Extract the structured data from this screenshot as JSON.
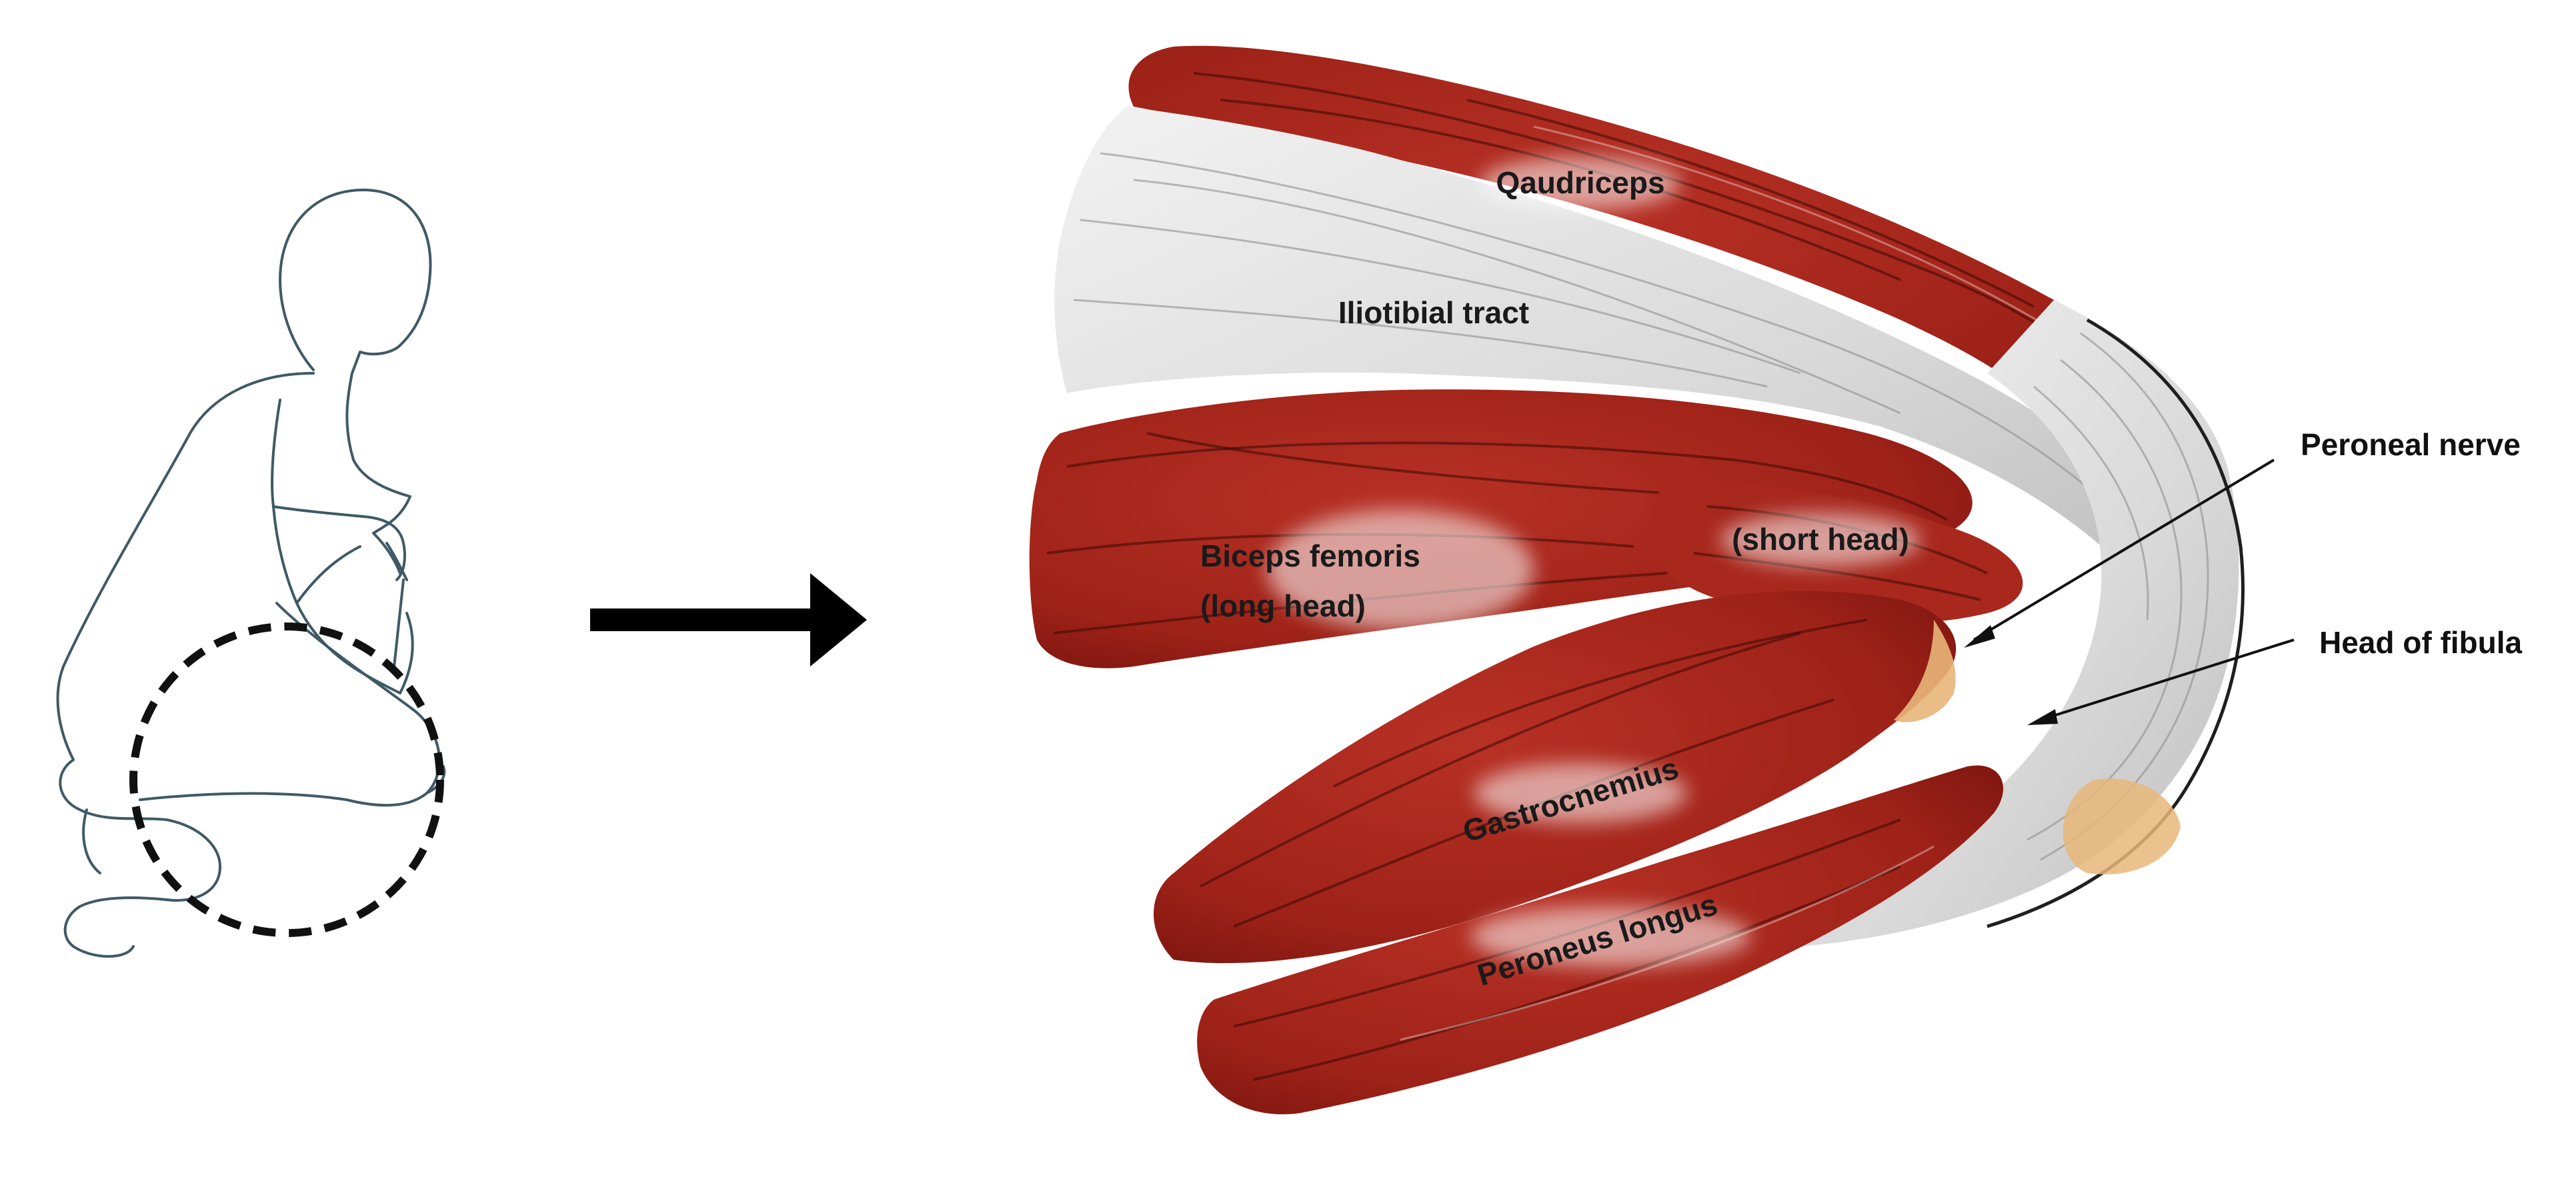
{
  "colors": {
    "muscle": "#a3241b",
    "muscle_dark": "#6e130c",
    "tendon": "#dcdcdc",
    "bone": "#e8b679",
    "outline": "#3f5a66",
    "arrow": "#000000"
  },
  "labels": {
    "quadriceps": "Qaudriceps",
    "iliotibial": "Iliotibial tract",
    "biceps_line1": "Biceps femoris",
    "biceps_line2": "(long head)",
    "short_head": "(short head)",
    "gastrocnemius": "Gastrocnemius",
    "peroneus": "Peroneus longus",
    "peroneal_nerve": "Peroneal nerve",
    "head_fibula": "Head of fibula"
  }
}
